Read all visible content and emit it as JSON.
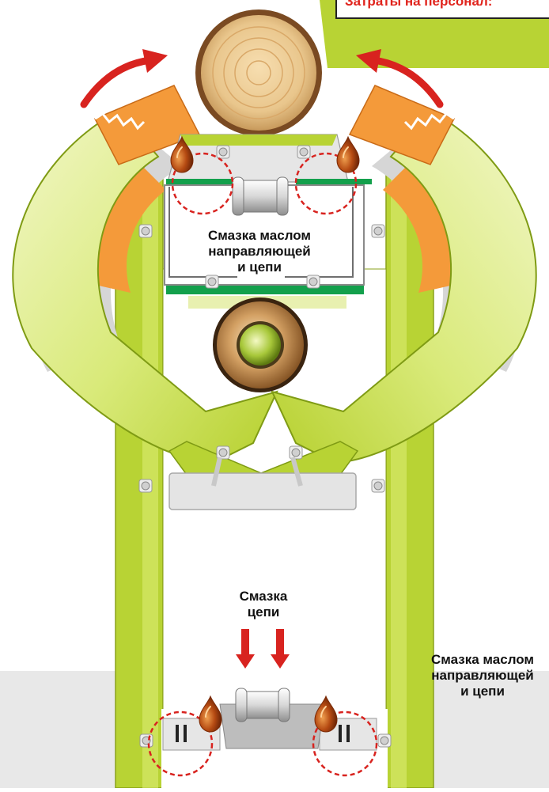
{
  "header": {
    "cost_text": "Затраты на персонал:"
  },
  "labels": {
    "upper": [
      "Смазка маслом",
      "направляющей",
      "и цепи"
    ],
    "middle": [
      "Смазка",
      "цепи"
    ],
    "right": [
      "Смазка маслом",
      "направляющей",
      "и цепи"
    ]
  },
  "colors": {
    "frame_green": "#b8d334",
    "frame_light": "#eef4b8",
    "panel_green": "#a6c51e",
    "guide_green": "#13a04c",
    "orange": "#f49a3a",
    "arrow_red": "#d8231f",
    "oil_brown": "#a8420f",
    "header_red": "#e0231c",
    "floor_gray": "#e8e8e8"
  },
  "icons": [
    "oil-drop-icon",
    "curved-arrow-icon",
    "down-arrow-icon",
    "log-icon",
    "pulley-icon"
  ]
}
